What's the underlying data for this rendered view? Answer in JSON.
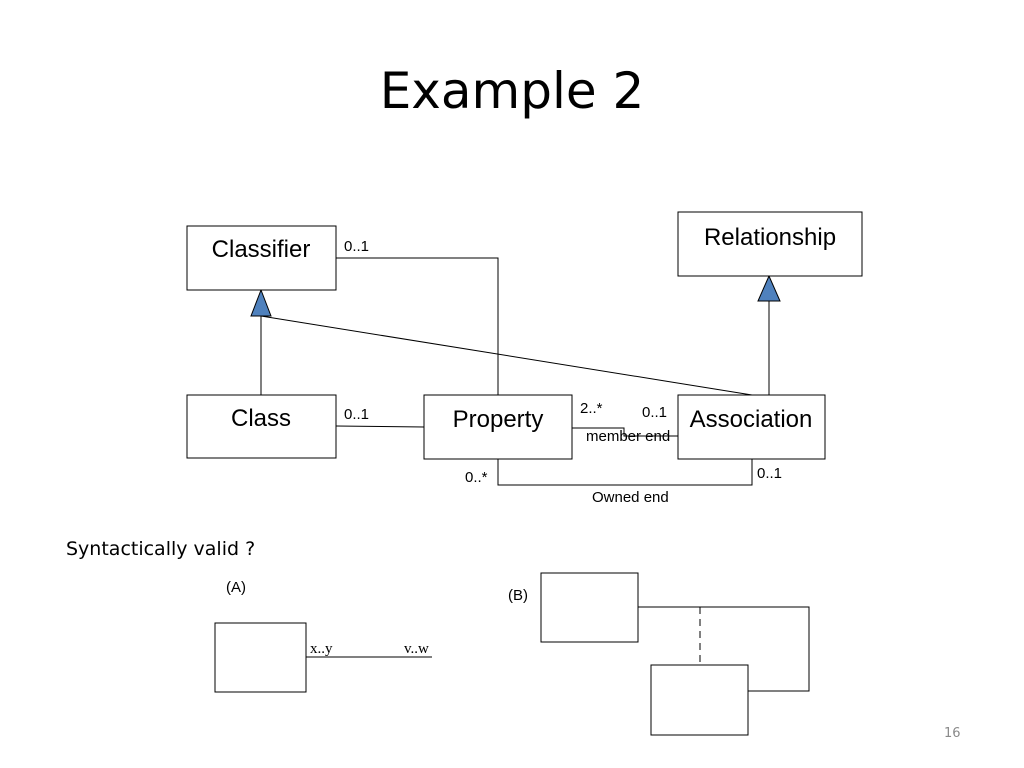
{
  "title": "Example 2",
  "classes": {
    "classifier": "Classifier",
    "relationship": "Relationship",
    "class": "Class",
    "property": "Property",
    "association": "Association"
  },
  "multiplicities": {
    "classifier_property": "0..1",
    "class_property": "0..1",
    "property_member_end": "2..*",
    "association_member_end": "0..1",
    "property_owned_end": "0..*",
    "association_owned_end": "0..1"
  },
  "roles": {
    "member_end": "member end",
    "owned_end": "Owned end"
  },
  "question": "Syntactically valid ?",
  "option_a": {
    "label": "(A)",
    "left_mult": "x..y",
    "right_mult": "v..w"
  },
  "option_b": {
    "label": "(B)"
  },
  "slide_number": "16",
  "colors": {
    "generalization_triangle": "#4f81bd"
  }
}
